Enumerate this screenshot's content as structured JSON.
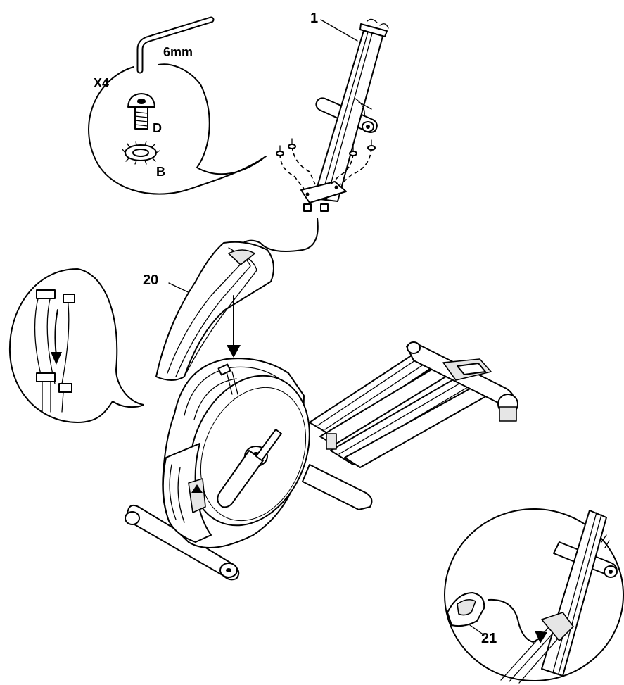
{
  "labels": {
    "part_1": "1",
    "part_20": "20",
    "part_21": "21",
    "part_B": "B",
    "part_D": "D",
    "quantity": "X4",
    "tool_size": "6mm"
  }
}
